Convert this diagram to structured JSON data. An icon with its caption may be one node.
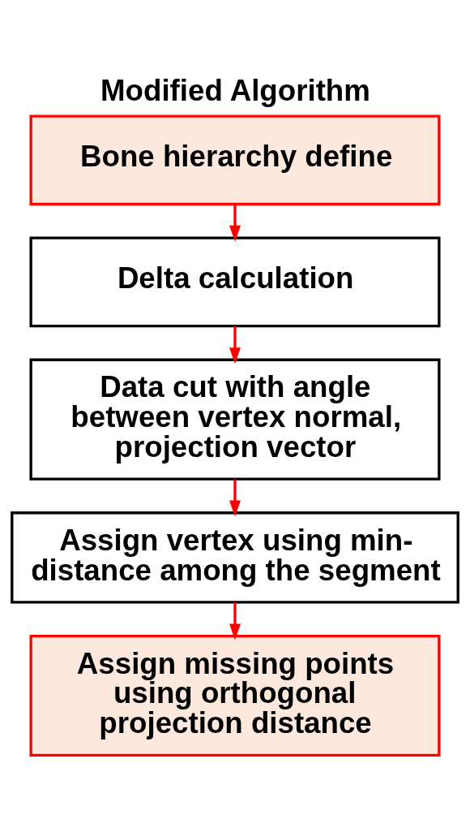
{
  "diagram": {
    "title": "Modified Algorithm",
    "nodes": [
      {
        "text": [
          "Bone hierarchy define"
        ]
      },
      {
        "text": [
          "Delta calculation"
        ]
      },
      {
        "text": [
          "Data cut with angle between vertex normal, projection vector"
        ]
      },
      {
        "text": [
          "Assign vertex using min-distance among the segment"
        ]
      },
      {
        "text": [
          "Assign missing points using orthogonal projection distance"
        ]
      }
    ],
    "edges": [
      {
        "from": 0,
        "to": 1,
        "arrow": "to"
      },
      {
        "from": 1,
        "to": 2,
        "arrow": "to"
      },
      {
        "from": 2,
        "to": 3,
        "arrow": "to"
      },
      {
        "from": 3,
        "to": 4,
        "arrow": "to"
      }
    ]
  }
}
